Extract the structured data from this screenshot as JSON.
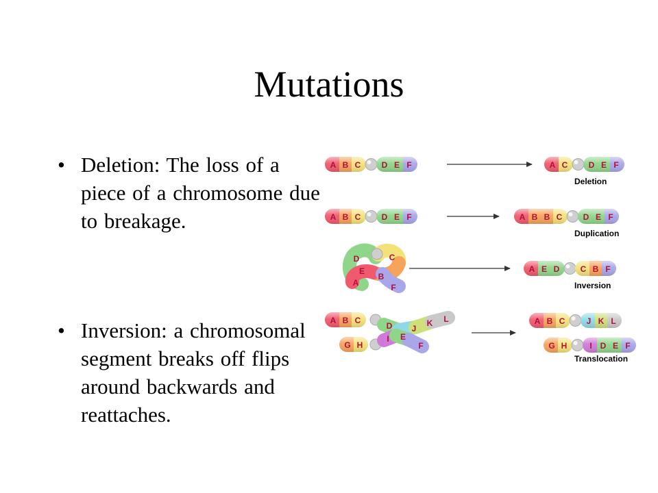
{
  "slide": {
    "title": "Mutations",
    "bullets": [
      {
        "symbol": "•",
        "text": "Deletion: The loss of a piece of a chromosome due to breakage."
      },
      {
        "symbol": "•",
        "text": "Inversion: a chromosomal segment breaks off flips around backwards and reattaches."
      }
    ]
  },
  "diagram": {
    "colors": {
      "A": "#f05a6e",
      "B": "#f6a35b",
      "C": "#f3e27a",
      "D": "#8fd68a",
      "E": "#8fd68a",
      "F": "#a9a6ea",
      "G": "#f6a35b",
      "H": "#f3e27a",
      "I": "#d07ad8",
      "J": "#8fd9e6",
      "K": "#cde07a",
      "L": "#c9c9c9",
      "centromere": "#cfcfcf",
      "arrow": "#333333"
    },
    "rows": [
      {
        "label": "Deletion",
        "before": [
          [
            "A",
            "B",
            "C"
          ],
          [
            "D",
            "E",
            "F"
          ]
        ],
        "after": [
          [
            "A",
            "C"
          ],
          [
            "D",
            "E",
            "F"
          ]
        ]
      },
      {
        "label": "Duplication",
        "before": [
          [
            "A",
            "B",
            "C"
          ],
          [
            "D",
            "E",
            "F"
          ]
        ],
        "after": [
          [
            "A",
            "B",
            "B",
            "C"
          ],
          [
            "D",
            "E",
            "F"
          ]
        ]
      },
      {
        "label": "Inversion",
        "before_letters": [
          "D",
          "C",
          "E",
          "B",
          "A",
          "F"
        ],
        "after": [
          [
            "A",
            "E",
            "D"
          ],
          [
            "C",
            "B",
            "F"
          ]
        ]
      },
      {
        "label": "Translocation",
        "before_top": [
          "A",
          "B",
          "C"
        ],
        "before_cross": [
          "D",
          "J",
          "K",
          "L",
          "E",
          "F",
          "I"
        ],
        "before_bottom": [
          "G",
          "H"
        ],
        "after_top": [
          [
            "A",
            "B",
            "C"
          ],
          [
            "J",
            "K",
            "L"
          ]
        ],
        "after_bottom": [
          [
            "G",
            "H"
          ],
          [
            "I",
            "D",
            "E",
            "F"
          ]
        ]
      }
    ]
  }
}
